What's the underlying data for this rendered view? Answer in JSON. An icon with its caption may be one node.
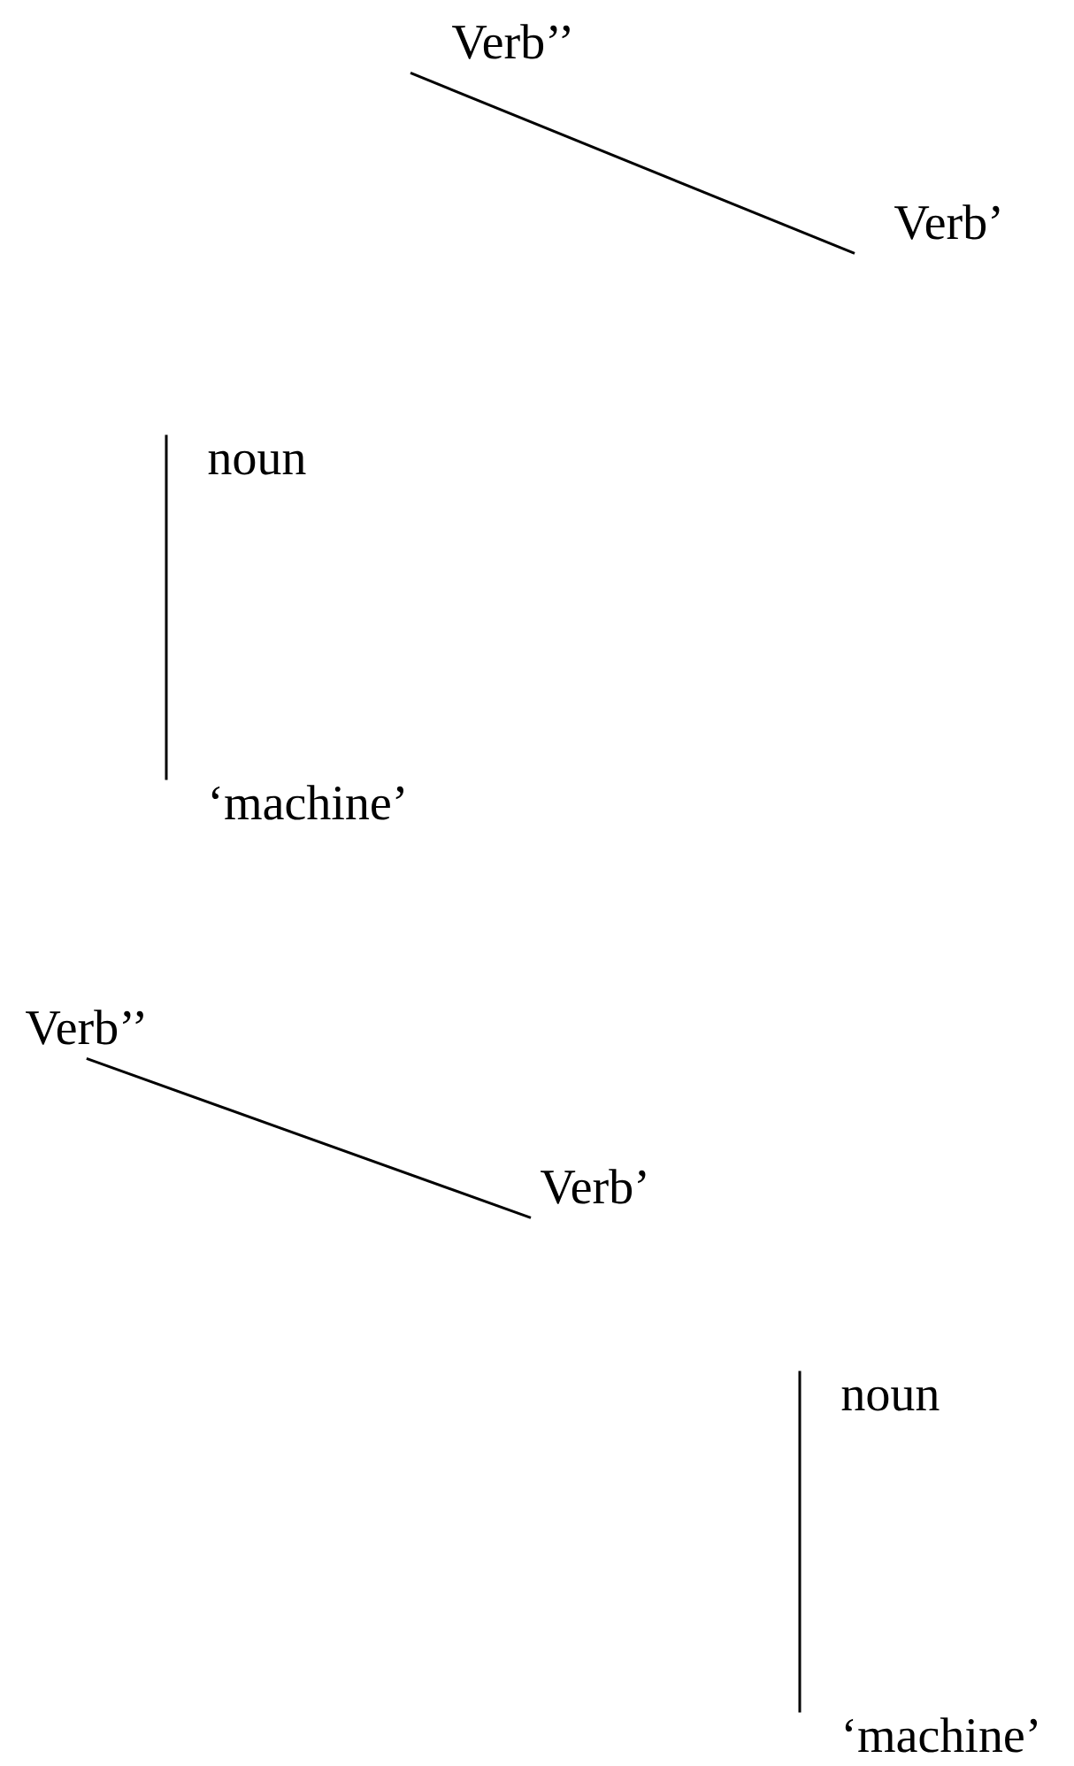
{
  "diagram": {
    "nodes": [
      {
        "text": [
          "Verb’’"
        ]
      },
      {
        "text": [
          "Verb’"
        ]
      },
      {
        "text": [
          "noun"
        ]
      },
      {
        "text": [
          "‘machine’"
        ]
      },
      {
        "text": [
          "Verb’’"
        ]
      },
      {
        "text": [
          "Verb’"
        ]
      },
      {
        "text": [
          "noun"
        ]
      },
      {
        "text": [
          "‘machine’"
        ]
      }
    ],
    "edges": [
      {
        "from": 0,
        "to": 1,
        "arrow": "none"
      },
      {
        "from": 2,
        "to": 3,
        "arrow": "none"
      },
      {
        "from": 4,
        "to": 5,
        "arrow": "none"
      },
      {
        "from": 6,
        "to": 7,
        "arrow": "none"
      }
    ]
  }
}
